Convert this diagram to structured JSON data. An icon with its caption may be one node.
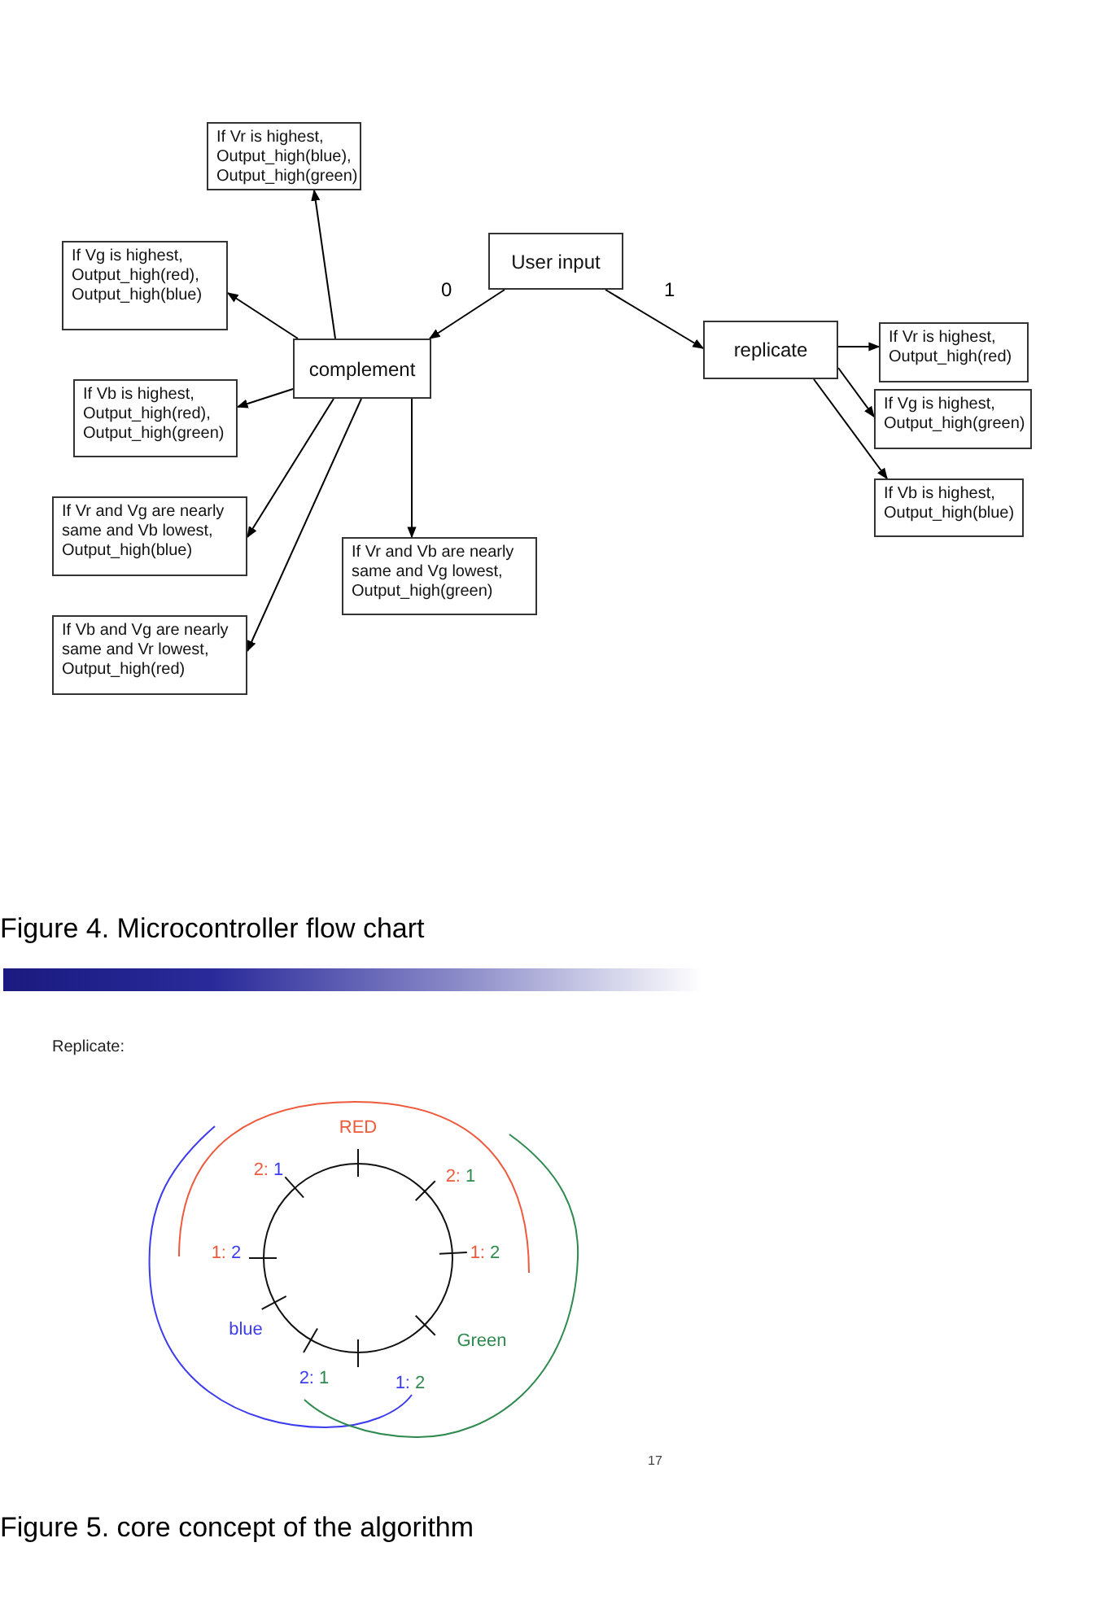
{
  "diagram": {
    "nodes": [
      {
        "text": [
          "User input"
        ]
      },
      {
        "text": [
          "complement"
        ]
      },
      {
        "text": [
          "replicate"
        ]
      },
      {
        "text": [
          "If Vr is highest, Output_high(blue), Output_high(green)"
        ]
      },
      {
        "text": [
          "If Vg is highest, Output_high(red), Output_high(blue)"
        ]
      },
      {
        "text": [
          "If Vb is highest, Output_high(red), Output_high(green)"
        ]
      },
      {
        "text": [
          "If Vr and Vg are nearly same and Vb lowest, Output_high(blue)"
        ]
      },
      {
        "text": [
          "If Vr and Vb are nearly same and Vg lowest, Output_high(green)"
        ]
      },
      {
        "text": [
          "If Vb and Vg are nearly same and Vr lowest, Output_high(red)"
        ]
      },
      {
        "text": [
          "If Vr is highest, Output_high(red)"
        ]
      },
      {
        "text": [
          "If Vg is highest, Output_high(green)"
        ]
      },
      {
        "text": [
          "If Vb is highest, Output_high(blue)"
        ]
      }
    ],
    "edges": [
      {
        "from": 0,
        "to": 1,
        "arrow": "to",
        "label": "0"
      },
      {
        "from": 0,
        "to": 2,
        "arrow": "to",
        "label": "1"
      },
      {
        "from": 1,
        "to": 3,
        "arrow": "to"
      },
      {
        "from": 1,
        "to": 4,
        "arrow": "to"
      },
      {
        "from": 1,
        "to": 5,
        "arrow": "to"
      },
      {
        "from": 1,
        "to": 6,
        "arrow": "to"
      },
      {
        "from": 1,
        "to": 7,
        "arrow": "to"
      },
      {
        "from": 1,
        "to": 8,
        "arrow": "to"
      },
      {
        "from": 2,
        "to": 9,
        "arrow": "to"
      },
      {
        "from": 2,
        "to": 10,
        "arrow": "to"
      },
      {
        "from": 2,
        "to": 11,
        "arrow": "to"
      }
    ],
    "labels": [
      "Figure 4. Microcontroller flow chart",
      "Replicate:",
      "RED",
      "2: 1",
      "2: 1",
      "1: 2",
      "1: 2",
      "blue",
      "Green",
      "2: 1",
      "1: 2",
      "17",
      "Figure 5. core concept of the algorithm"
    ]
  }
}
